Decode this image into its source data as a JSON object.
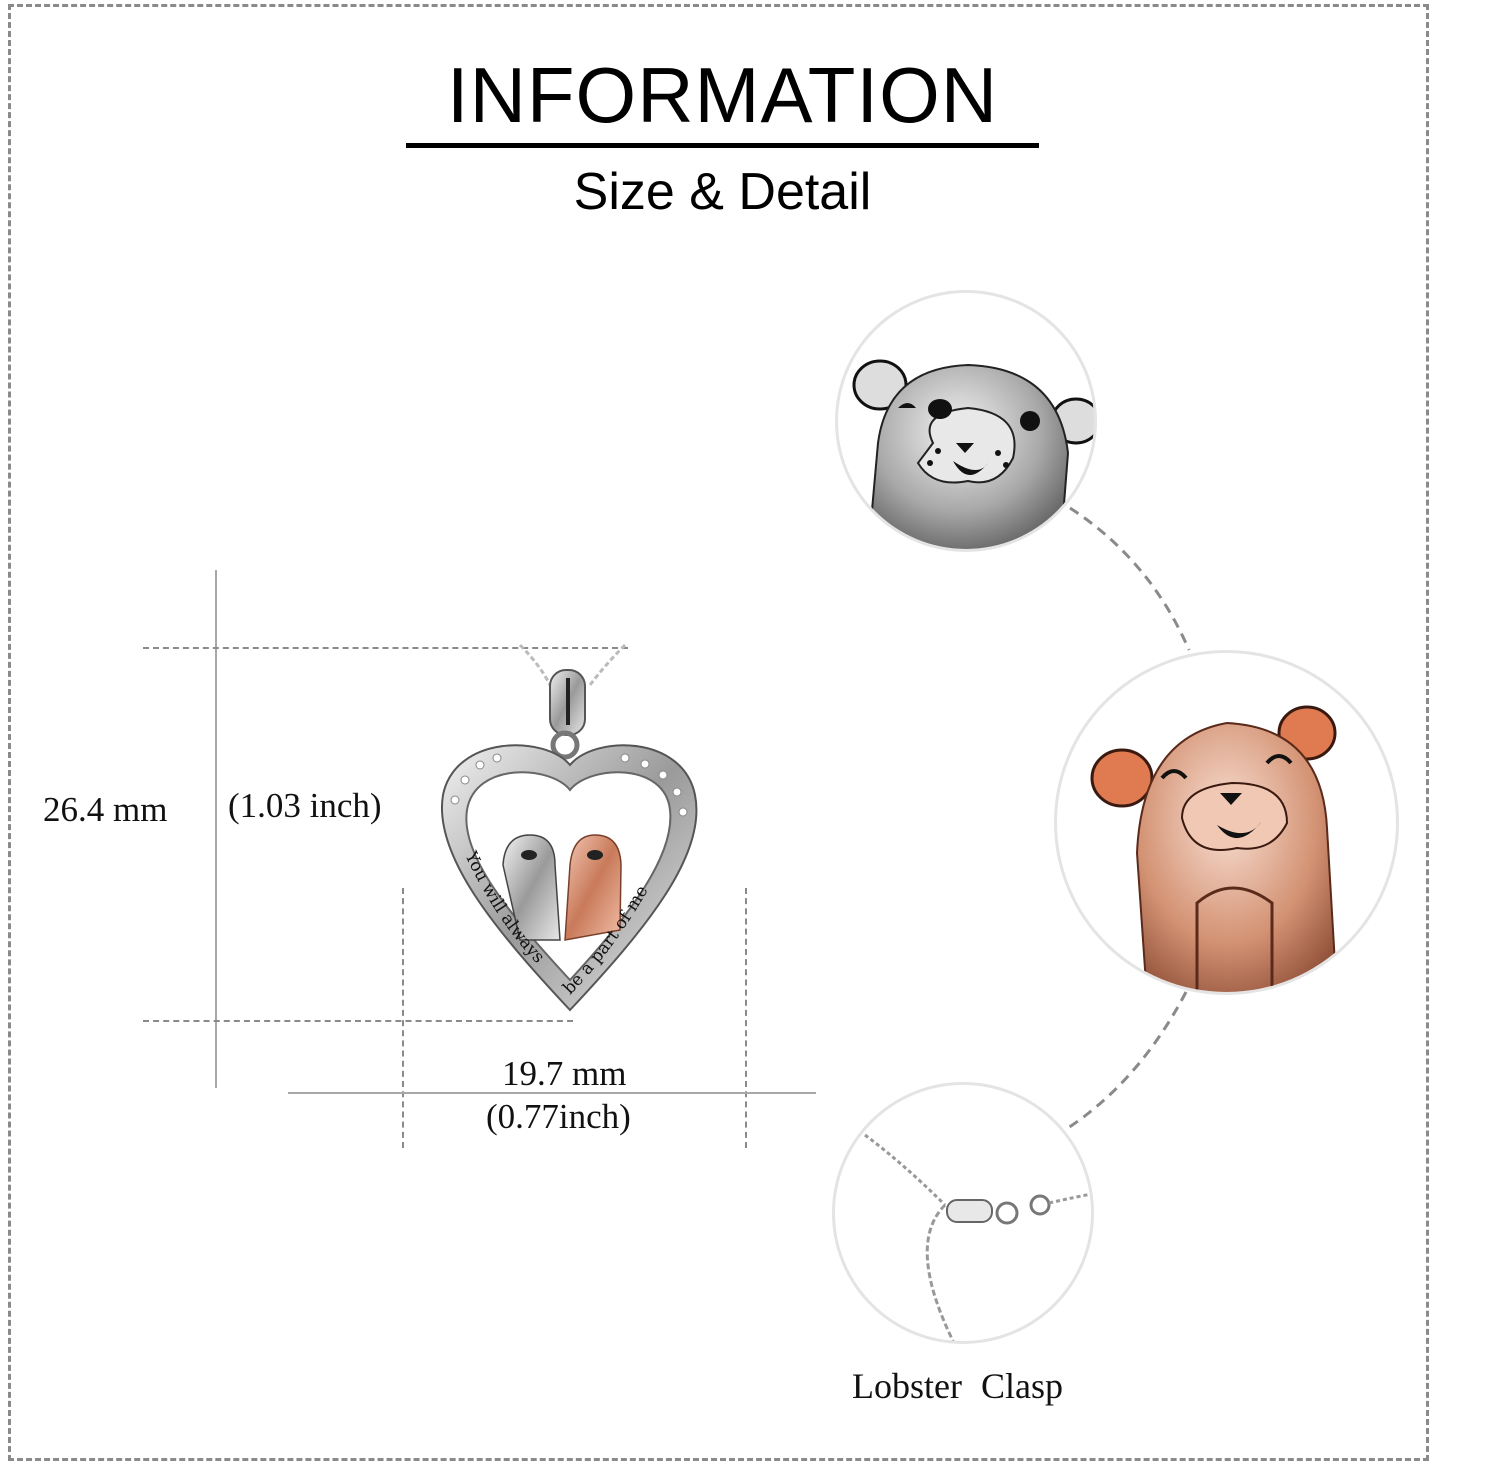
{
  "header": {
    "title": "INFORMATION",
    "subtitle": "Size & Detail"
  },
  "dimensions": {
    "height_mm": "26.4 mm",
    "height_inch": "(1.03 inch)",
    "width_mm": "19.7 mm",
    "width_inch": "(0.77inch)"
  },
  "pendant": {
    "engraving_left": "You will always",
    "engraving_right": "be a part of me",
    "colors": {
      "silver": "#c8c8c8",
      "rose_gold": "#d9957a",
      "engraving": "#111111"
    }
  },
  "detail_circles": [
    {
      "subject": "silver-otter-face"
    },
    {
      "subject": "rose-gold-otter"
    },
    {
      "subject": "lobster-clasp-chain"
    }
  ],
  "labels": {
    "clasp": "Lobster  Clasp"
  },
  "colors": {
    "frame_dash": "#8a8a8a",
    "guide_line": "#a8a8a8",
    "circle_border": "#e4e4e4"
  }
}
